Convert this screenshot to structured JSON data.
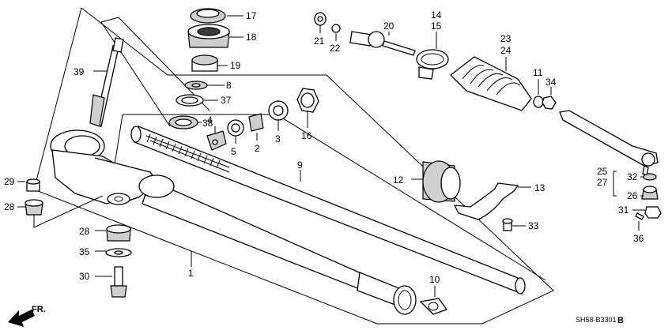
{
  "diagram": {
    "callouts": {
      "p1": "1",
      "p2": "2",
      "p3": "3",
      "p4": "4",
      "p5": "5",
      "p8": "8",
      "p9": "9",
      "p10": "10",
      "p11": "11",
      "p12": "12",
      "p13": "13",
      "p14": "14",
      "p15": "15",
      "p16": "16",
      "p17": "17",
      "p18": "18",
      "p19": "19",
      "p20": "20",
      "p21": "21",
      "p22": "22",
      "p23": "23",
      "p24": "24",
      "p25": "25",
      "p26": "26",
      "p27": "27",
      "p28a": "28",
      "p28b": "28",
      "p29": "29",
      "p30": "30",
      "p31": "31",
      "p32": "32",
      "p33": "33",
      "p34": "34",
      "p35": "35",
      "p36": "36",
      "p37": "37",
      "p38": "38",
      "p39": "39"
    },
    "direction_label": "FR.",
    "diagram_code": "SH58-B3301",
    "diagram_code_suffix": "B"
  }
}
